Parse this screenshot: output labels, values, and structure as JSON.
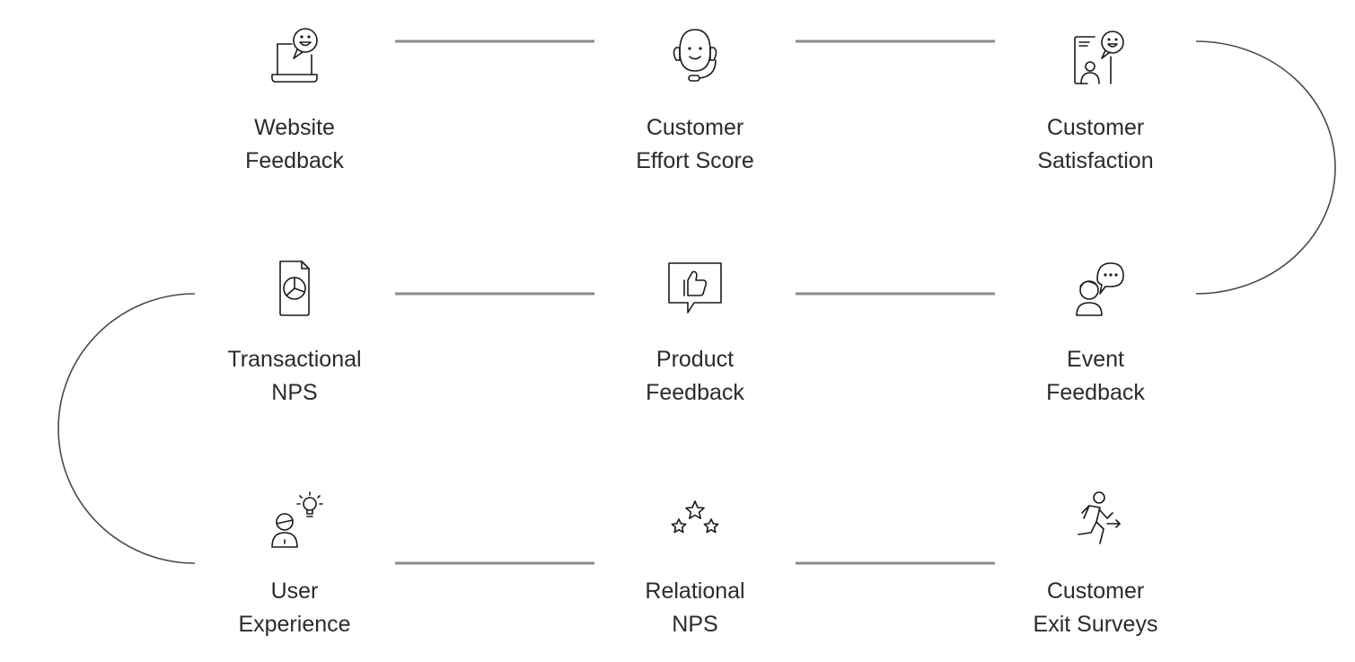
{
  "diagram": {
    "colors": {
      "connector": "#8a8a8a",
      "arc": "#4a4a4a",
      "text": "#2b2b2b",
      "icon": "#1a1a1a"
    },
    "rows": [
      [
        {
          "id": "website-feedback",
          "icon": "laptop-chat-icon",
          "line1": "Website",
          "line2": "Feedback"
        },
        {
          "id": "customer-effort-score",
          "icon": "headset-agent-icon",
          "line1": "Customer",
          "line2": "Effort Score"
        },
        {
          "id": "customer-satisfaction",
          "icon": "phone-chat-icon",
          "line1": "Customer",
          "line2": "Satisfaction"
        }
      ],
      [
        {
          "id": "transactional-nps",
          "icon": "document-pie-icon",
          "line1": "Transactional",
          "line2": "NPS"
        },
        {
          "id": "product-feedback",
          "icon": "thumbs-up-bubble-icon",
          "line1": "Product",
          "line2": "Feedback"
        },
        {
          "id": "event-feedback",
          "icon": "person-talk-icon",
          "line1": "Event",
          "line2": "Feedback"
        }
      ],
      [
        {
          "id": "user-experience",
          "icon": "person-idea-icon",
          "line1": "User",
          "line2": "Experience"
        },
        {
          "id": "relational-nps",
          "icon": "stars-icon",
          "line1": "Relational",
          "line2": "NPS"
        },
        {
          "id": "customer-exit-surveys",
          "icon": "running-person-icon",
          "line1": "Customer",
          "line2": "Exit Surveys"
        }
      ]
    ]
  }
}
